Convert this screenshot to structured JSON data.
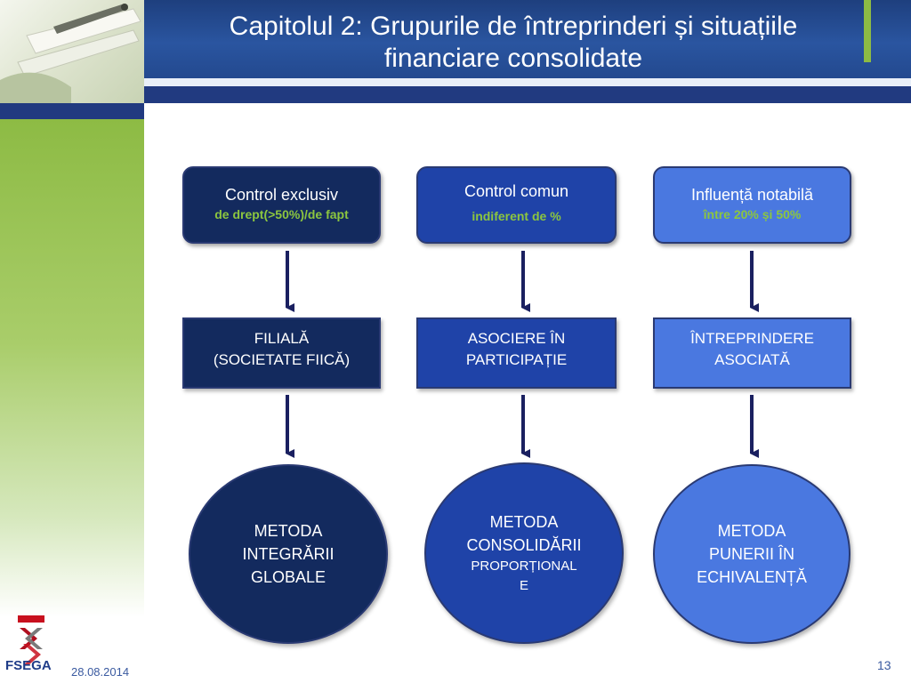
{
  "title": {
    "line1": "Capitolul 2: Grupurile de întreprinderi și situațiile",
    "line2": "financiare consolidate"
  },
  "columns": [
    {
      "control": {
        "title": "Control exclusiv",
        "sub": "de drept(>50%)/de fapt"
      },
      "entity": {
        "line1": "FILIALĂ",
        "line2": "(SOCIETATE FIICĂ)"
      },
      "method": {
        "line1": "METODA",
        "line2": "INTEGRĂRII",
        "line3": "GLOBALE"
      }
    },
    {
      "control": {
        "title": "Control comun",
        "sub": "indiferent de %"
      },
      "entity": {
        "line1": "ASOCIERE ÎN",
        "line2": "PARTICIPAȚIE"
      },
      "method": {
        "line1": "METODA",
        "line2": "CONSOLIDĂRII",
        "line3": "PROPORȚIONAL",
        "line4": "E"
      }
    },
    {
      "control": {
        "title": "Influență notabilă",
        "sub": "între 20% și 50%"
      },
      "entity": {
        "line1": "ÎNTREPRINDERE",
        "line2": "ASOCIATĂ"
      },
      "method": {
        "line1": "METODA",
        "line2": "PUNERII ÎN",
        "line3": "ECHIVALENȚĂ"
      }
    }
  ],
  "colors": {
    "dark_navy": "#132a5e",
    "medium_blue": "#1f43a8",
    "light_blue": "#4a78e0",
    "green_text": "#8cc63f",
    "arrow": "#1a2060"
  },
  "footer": {
    "logo_text": "FSEGA",
    "date": "28.08.2014",
    "page": "13"
  }
}
